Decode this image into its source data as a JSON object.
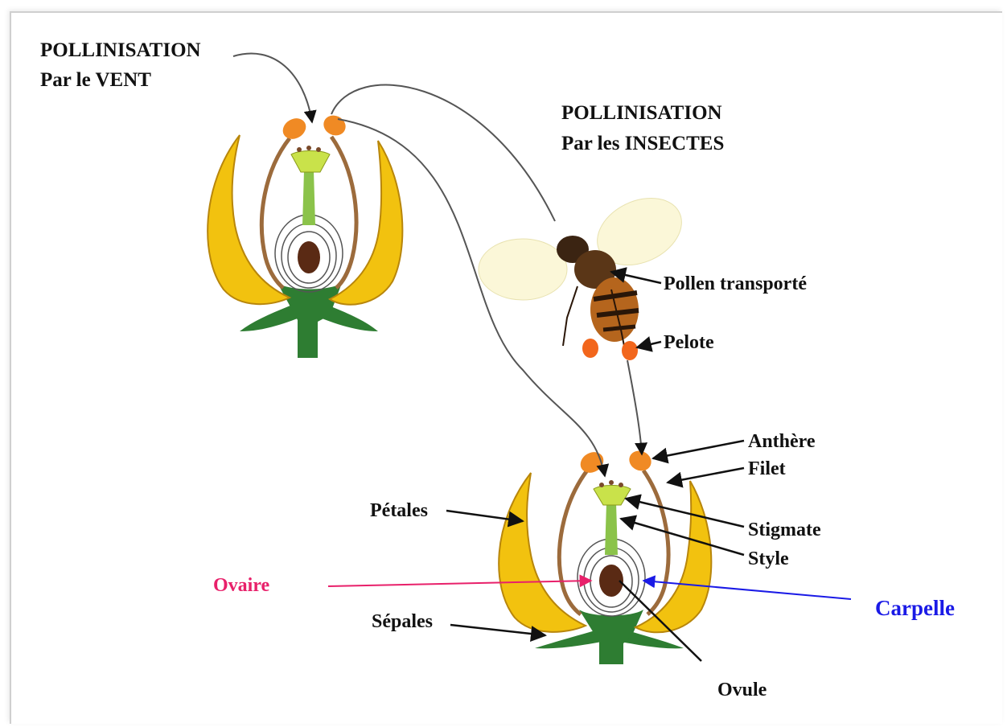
{
  "titles": {
    "wind_line1": "POLLINISATION",
    "wind_line2": "Par le VENT",
    "insect_line1": "POLLINISATION",
    "insect_line2": "Par les INSECTES"
  },
  "labels": {
    "pollen": "Pollen transporté",
    "pelote": "Pelote",
    "anthere": "Anthère",
    "filet": "Filet",
    "petales": "Pétales",
    "stigmate": "Stigmate",
    "style": "Style",
    "ovaire": "Ovaire",
    "carpelle": "Carpelle",
    "sepales": "Sépales",
    "ovule": "Ovule"
  },
  "colors": {
    "petal": "#f2c20f",
    "petal_edge": "#b8860b",
    "sepal": "#2e7d32",
    "anther": "#f08a24",
    "filament": "#9c6b3c",
    "stigma": "#c9e24a",
    "ovaire_label": "#e8206a",
    "carpelle_label": "#1a1ae6"
  }
}
